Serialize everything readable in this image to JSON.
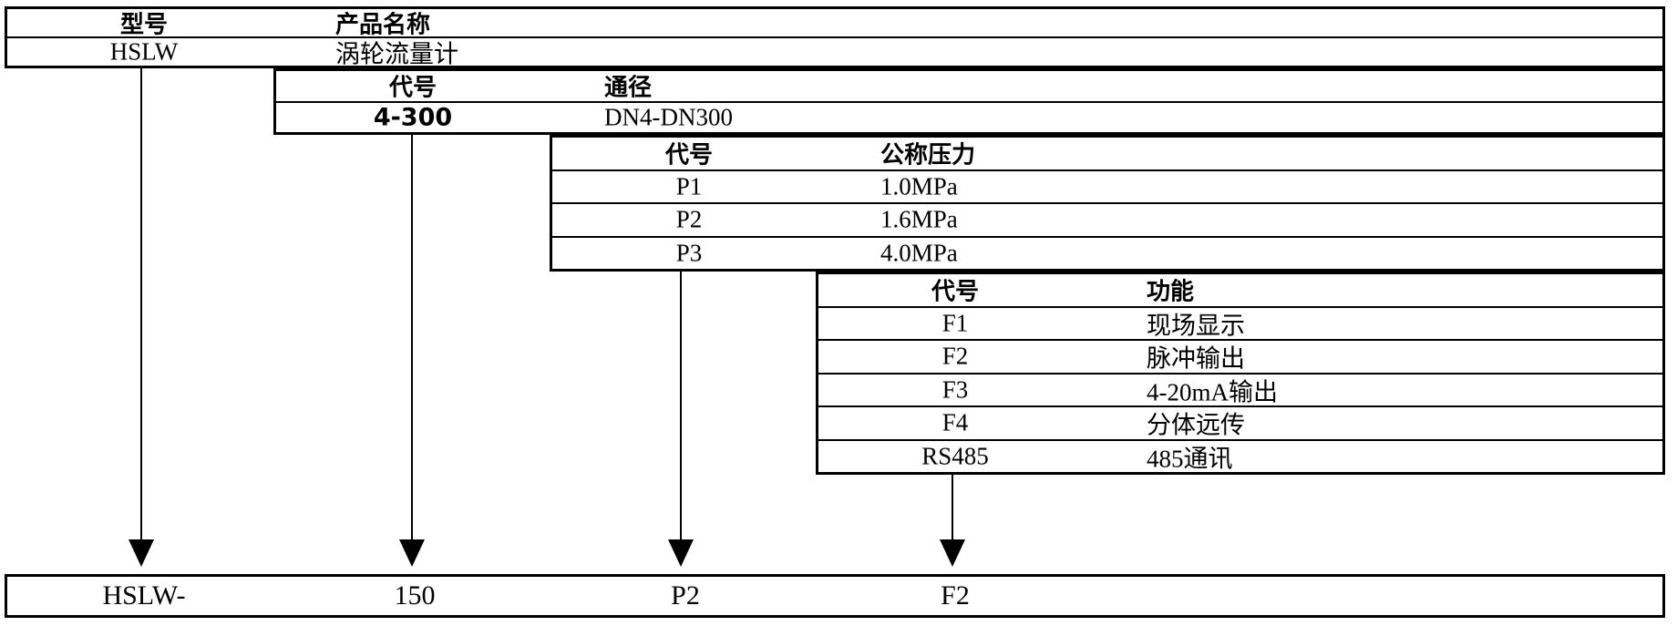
{
  "diagram": {
    "tables": {
      "model": {
        "header": {
          "code": "型号",
          "label": "产品名称"
        },
        "rows": [
          {
            "code": "HSLW",
            "label": "涡轮流量计"
          }
        ]
      },
      "diameter": {
        "header": {
          "code": "代号",
          "label": "通径"
        },
        "rows": [
          {
            "code": "4-300",
            "label": "DN4-DN300"
          }
        ]
      },
      "pressure": {
        "header": {
          "code": "代号",
          "label": "公称压力"
        },
        "rows": [
          {
            "code": "P1",
            "label": "1.0MPa"
          },
          {
            "code": "P2",
            "label": "1.6MPa"
          },
          {
            "code": "P3",
            "label": "4.0MPa"
          }
        ]
      },
      "function": {
        "header": {
          "code": "代号",
          "label": "功能"
        },
        "rows": [
          {
            "code": "F1",
            "label": "现场显示"
          },
          {
            "code": "F2",
            "label": "脉冲输出"
          },
          {
            "code": "F3",
            "label": "4-20mA输出"
          },
          {
            "code": "F4",
            "label": "分体远传"
          },
          {
            "code": "RS485",
            "label": "485通讯"
          }
        ]
      }
    },
    "result": {
      "model": "HSLW-",
      "diameter": "150",
      "pressure": "P2",
      "function": "F2"
    },
    "colors": {
      "line": "#000000",
      "background": "#ffffff",
      "text": "#000000"
    }
  }
}
